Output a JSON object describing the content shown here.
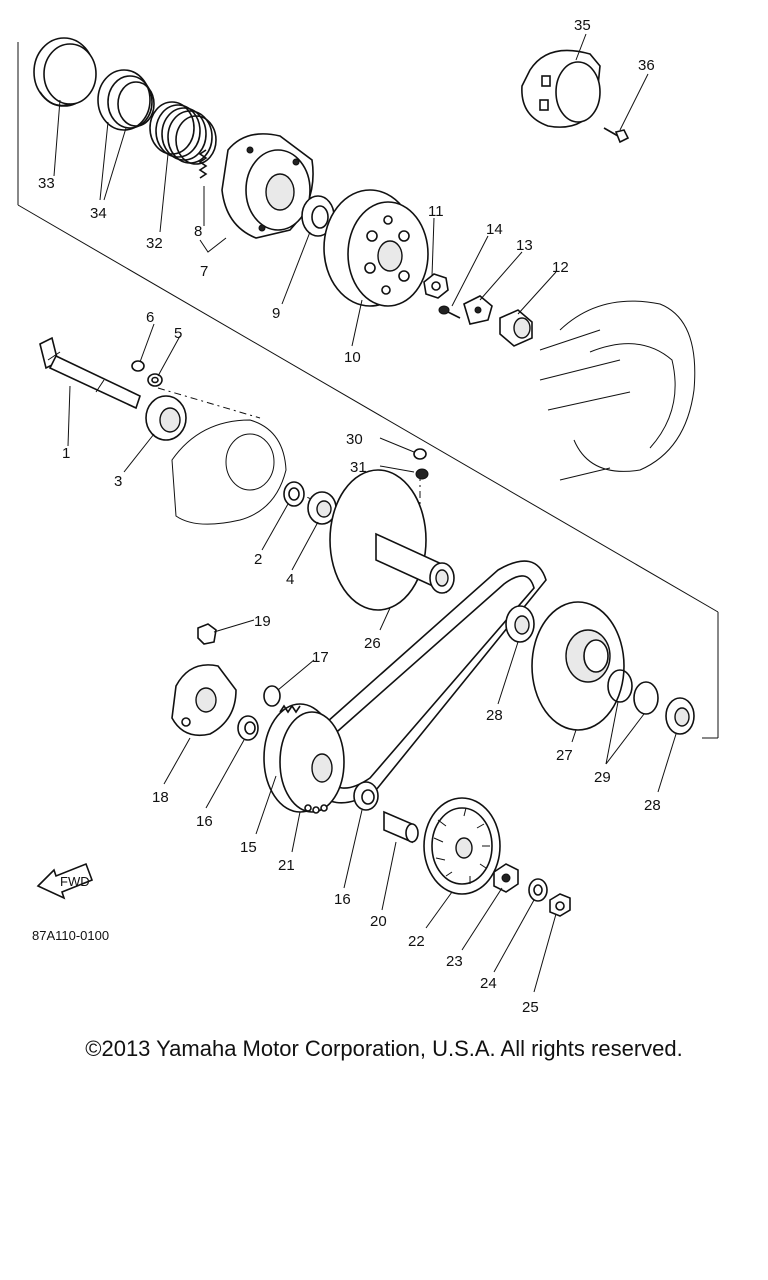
{
  "diagram": {
    "part_code": "87A110-0100",
    "fwd_label": "FWD",
    "callouts": {
      "p1": "1",
      "p2": "2",
      "p3": "3",
      "p4": "4",
      "p5": "5",
      "p6": "6",
      "p7": "7",
      "p8": "8",
      "p9": "9",
      "p10": "10",
      "p11": "11",
      "p12": "12",
      "p13": "13",
      "p14": "14",
      "p15": "15",
      "p16a": "16",
      "p16b": "16",
      "p17": "17",
      "p18": "18",
      "p19": "19",
      "p20": "20",
      "p21": "21",
      "p22": "22",
      "p23": "23",
      "p24": "24",
      "p25": "25",
      "p26": "26",
      "p27": "27",
      "p28a": "28",
      "p28b": "28",
      "p29": "29",
      "p30": "30",
      "p31": "31",
      "p32": "32",
      "p33": "33",
      "p34": "34",
      "p35": "35",
      "p36": "36"
    }
  },
  "footer": {
    "copyright": "©2013 Yamaha Motor Corporation, U.S.A. All rights reserved."
  }
}
